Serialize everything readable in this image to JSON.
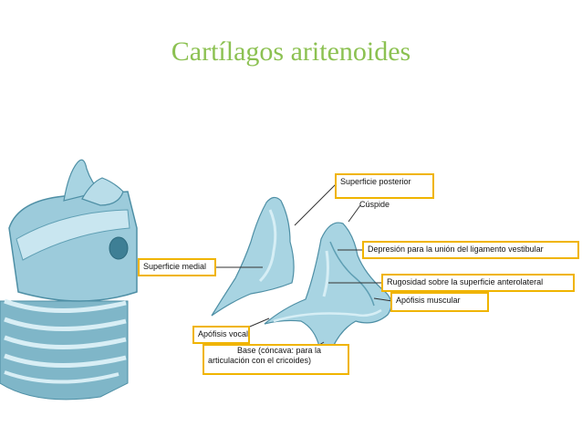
{
  "slide": {
    "title": "Cartílagos aritenoides"
  },
  "diagram": {
    "labels": {
      "superficie_posterior": "Superficie posterior",
      "cuspide": "Cúspide",
      "depresion": "Depresión para la unión del ligamento vestibular",
      "superficie_medial": "Superficie medial",
      "rugosidad": "Rugosidad sobre la superficie anterolateral",
      "apofisis_muscular": "Apófisis muscular",
      "apofisis_vocal": "Apófisis vocal",
      "base_line1": "Base (cóncava: para la",
      "base_line2": "articulación con el cricoides)"
    },
    "colors": {
      "cartilage_fill": "#a8d4e2",
      "cartilage_dark": "#5f9fb4",
      "cartilage_light": "#d6eef5",
      "label_box": "#f0b400",
      "title": "#8cc152"
    }
  }
}
